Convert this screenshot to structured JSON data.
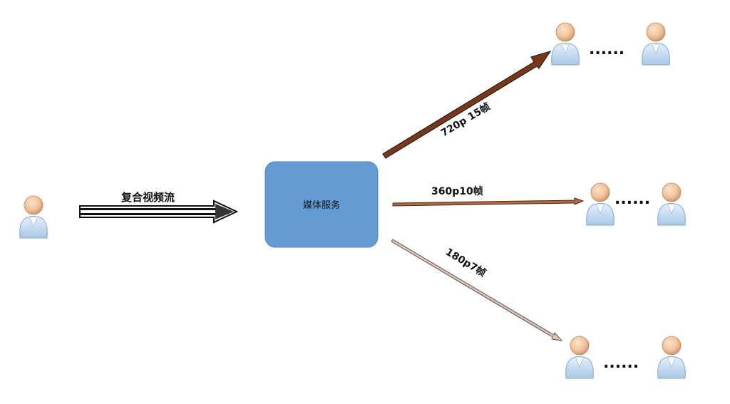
{
  "source_stream_label": "复合视频流",
  "media_service_label": "媒体服务",
  "streams": [
    {
      "label": "720p 15帧",
      "color": "#7a3617"
    },
    {
      "label": "360p10帧",
      "color": "#c0622d"
    },
    {
      "label": "180p7帧",
      "color": "#d8a891"
    }
  ],
  "ellipsis": "......",
  "colors": {
    "box_fill": "#649bd2",
    "box_stroke": "#4e84bd",
    "input_arrow": "#111111",
    "user_skin": "#f0c7a0",
    "user_body": "#cfe3f4"
  },
  "icons": {
    "user": "user-icon",
    "arrow": "arrow-icon"
  }
}
